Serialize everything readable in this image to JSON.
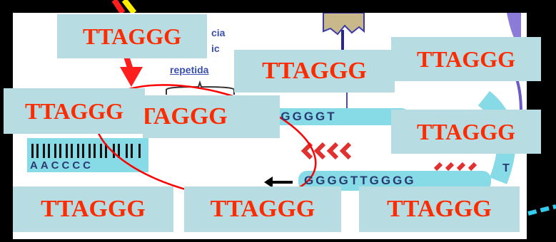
{
  "labels": {
    "l1": "TTAGGG",
    "l2": "TTAGGG",
    "l3": "TTAGGG",
    "l4": "TTAGGG",
    "l5": "TTAGGG",
    "l6": "TTAGGG",
    "l7": "TTAGGG",
    "l8": "TTAGGG",
    "l9": "TTAGGG"
  },
  "figure": {
    "annot_line1": "cia",
    "annot_line2": "ic",
    "annot_line3": "repetida",
    "seq_top": "TGGGGT",
    "seq_bottom": "GGGGTTGGGG",
    "seq_left": "AACCCC",
    "seq_t": "T"
  },
  "colors": {
    "label_bg": "#b7dde3",
    "label_text": "#ff2b00",
    "ellipse": "#ff0000",
    "helix": "#87dbe6",
    "arrows": "#e03030"
  }
}
